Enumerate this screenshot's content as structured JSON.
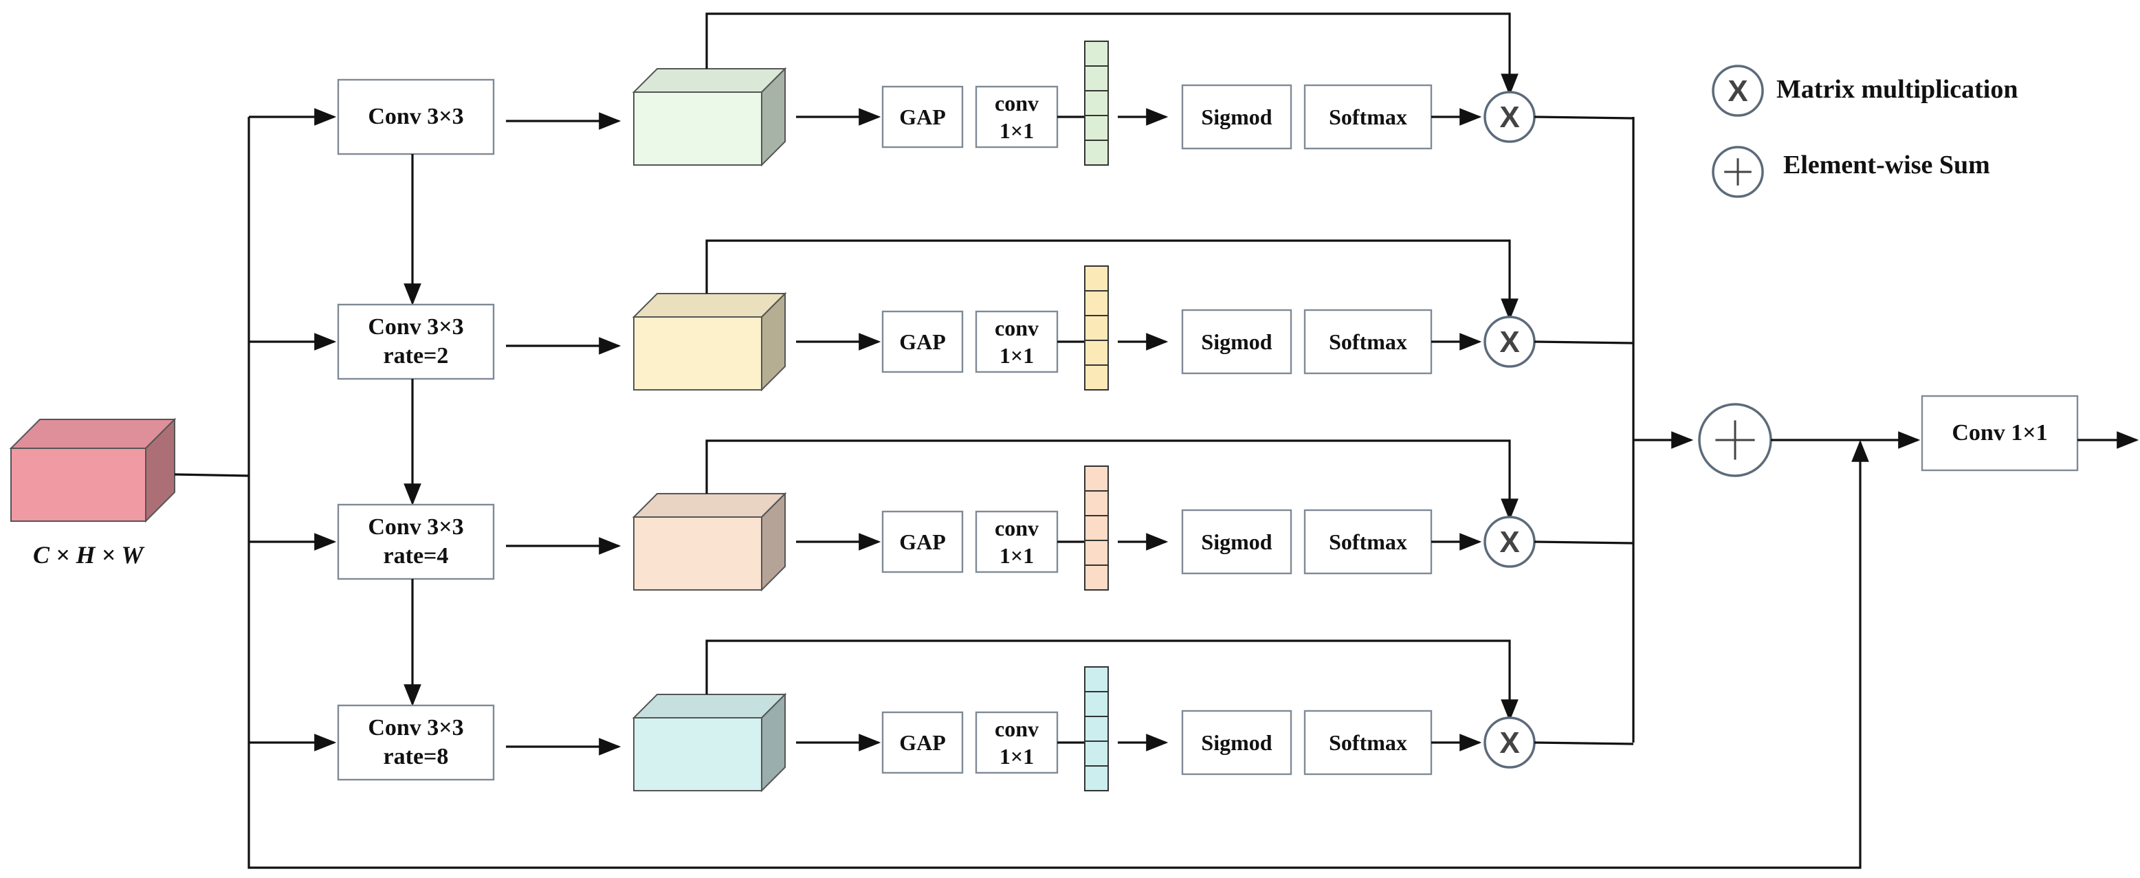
{
  "input": {
    "label": "C × H × W",
    "color": "#F09AA4"
  },
  "branches": [
    {
      "conv_line1": "Conv 3×3",
      "conv_line2": "",
      "cube_color": "#EAF9E8",
      "vector_color": "#DDEED6",
      "gap": "GAP",
      "conv1_line1": "conv",
      "conv1_line2": "1×1",
      "sigmoid": "Sigmod",
      "softmax": "Softmax"
    },
    {
      "conv_line1": "Conv 3×3",
      "conv_line2": "rate=2",
      "cube_color": "#FDF1CC",
      "vector_color": "#FCE9B8",
      "gap": "GAP",
      "conv1_line1": "conv",
      "conv1_line2": "1×1",
      "sigmoid": "Sigmod",
      "softmax": "Softmax"
    },
    {
      "conv_line1": "Conv 3×3",
      "conv_line2": "rate=4",
      "cube_color": "#FBE3D2",
      "vector_color": "#FBDCC6",
      "gap": "GAP",
      "conv1_line1": "conv",
      "conv1_line2": "1×1",
      "sigmoid": "Sigmod",
      "softmax": "Softmax"
    },
    {
      "conv_line1": "Conv 3×3",
      "conv_line2": "rate=8",
      "cube_color": "#D5F1F0",
      "vector_color": "#CCEEEE",
      "gap": "GAP",
      "conv1_line1": "conv",
      "conv1_line2": "1×1",
      "sigmoid": "Sigmod",
      "softmax": "Softmax"
    }
  ],
  "output_conv": "Conv 1×1",
  "legend": {
    "multiply": "Matrix multiplication",
    "sum": "Element-wise Sum"
  },
  "colors": {
    "box_border": "#7F8A96",
    "line": "#111111",
    "op_circle": "#5C6B7A"
  }
}
